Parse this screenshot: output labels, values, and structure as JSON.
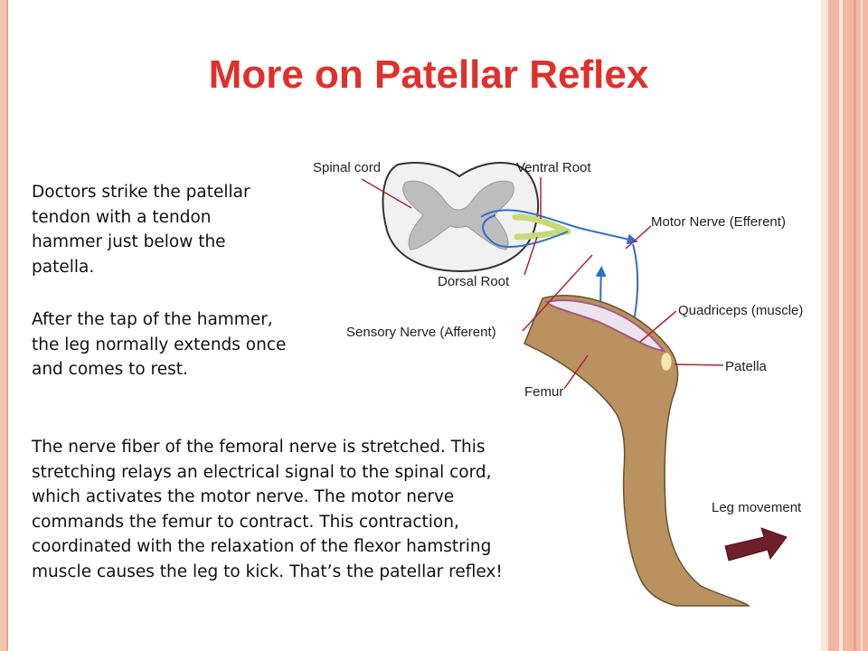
{
  "slide": {
    "title": "More on Patellar Reflex",
    "paragraphs": {
      "intro1": "Doctors strike the patellar\ntendon with a tendon\nhammer just below the\npatella.",
      "intro2": "After the tap of the hammer,\nthe leg normally extends once\nand comes to rest.",
      "body": "The nerve fiber of the femoral nerve is stretched. This\nstretching relays an electrical signal to the spinal cord,\nwhich activates the motor nerve. The motor nerve\ncommands the femur to contract. This contraction,\ncoordinated with the relaxation of the flexor hamstring\nmuscle causes the leg to kick.  That’s the patellar reflex!"
    }
  },
  "diagram": {
    "labels": {
      "spinal_cord": "Spinal cord",
      "ventral_root": "Ventral Root",
      "motor_nerve": "Motor Nerve (Efferent)",
      "dorsal_root": "Dorsal Root",
      "quadriceps": "Quadriceps (muscle)",
      "sensory_nerve": "Sensory Nerve (Afferent)",
      "patella": "Patella",
      "femur": "Femur",
      "leg_movement": "Leg movement"
    },
    "colors": {
      "title": "#e0302b",
      "leader_lines": "#b02433",
      "leg": "#b9925f",
      "nerve": "#2f6fc9",
      "arrow": "#6e1f2a"
    }
  }
}
